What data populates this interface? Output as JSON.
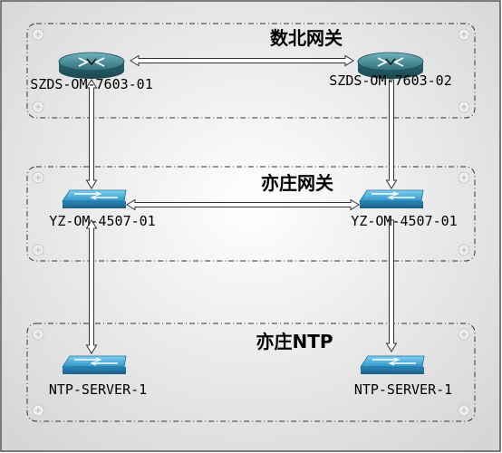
{
  "groups": [
    {
      "id": "core",
      "title": "数北网关"
    },
    {
      "id": "gateway",
      "title": "亦庄网关"
    },
    {
      "id": "ntp",
      "title": "亦庄NTP"
    }
  ],
  "devices": [
    {
      "id": "r1",
      "label": "SZDS-OM-7603-01",
      "kind": "router"
    },
    {
      "id": "r2",
      "label": "SZDS-OM-7603-02",
      "kind": "router"
    },
    {
      "id": "s1",
      "label": "YZ-OM-4507-01",
      "kind": "switch"
    },
    {
      "id": "s2",
      "label": "YZ-OM-4507-01",
      "kind": "switch"
    },
    {
      "id": "n1",
      "label": "NTP-SERVER-1",
      "kind": "switch"
    },
    {
      "id": "n2",
      "label": "NTP-SERVER-1",
      "kind": "switch"
    }
  ],
  "links": [
    {
      "from": "r1",
      "to": "r2",
      "style": "double-headed"
    },
    {
      "from": "s1",
      "to": "s2",
      "style": "double-headed"
    },
    {
      "from": "r1",
      "to": "s1",
      "style": "double-headed"
    },
    {
      "from": "r2",
      "to": "s2",
      "style": "single-headed"
    },
    {
      "from": "s1",
      "to": "n1",
      "style": "double-headed"
    },
    {
      "from": "s2",
      "to": "n2",
      "style": "single-headed"
    }
  ],
  "colors": {
    "background_edge": "#d9d9d9",
    "background_center": "#ffffff",
    "outer_border": "#555555",
    "group_border": "#333333",
    "router_body": "#3f8a96",
    "switch_body": "#3aa0d0",
    "arrow_fill": "#ffffff",
    "arrow_stroke": "#333333",
    "label": "#000000"
  },
  "icons": {
    "router": "router-icon",
    "switch": "switch-icon",
    "corner_screw": "screw-icon"
  }
}
